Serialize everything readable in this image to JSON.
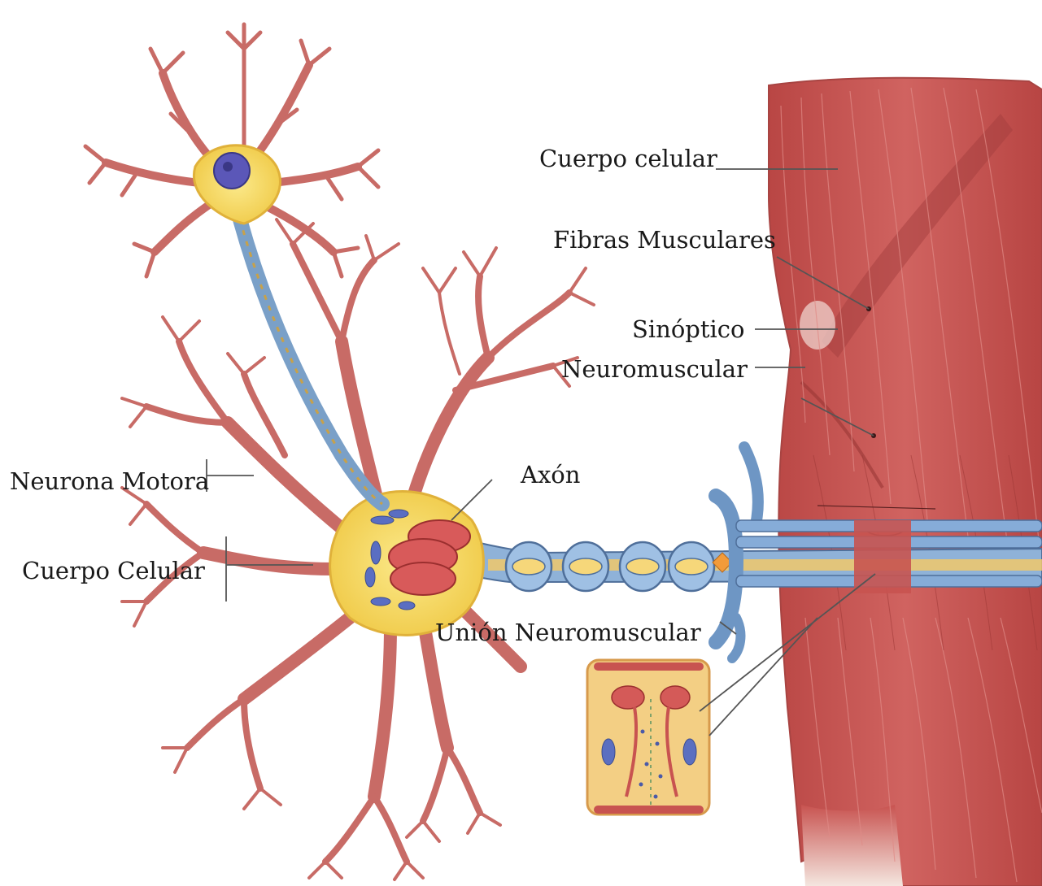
{
  "labels": {
    "cuerpo_celular_muscle": "Cuerpo celular",
    "fibras_musculares": "Fibras Musculares",
    "sinoptico": "Sinóptico",
    "neuromuscular": "Neuromuscular",
    "neurona_motora": "Neurona Motora",
    "axon": "Axón",
    "cuerpo_celular_neuron": "Cuerpo Celular",
    "union_neuromuscular": "Unión Neuromuscular"
  },
  "colors": {
    "dendrite": "#c96e69",
    "dendrite_edge": "#b35a56",
    "soma_yellow": "#f3d24e",
    "soma_edge": "#e4b53a",
    "nucleus": "#5b57b8",
    "axon_blue": "#7fa6cf",
    "myelin_blue": "#8fb4dc",
    "muscle_red": "#c85350",
    "muscle_dark": "#a53d3c",
    "leader_line": "#555555"
  }
}
